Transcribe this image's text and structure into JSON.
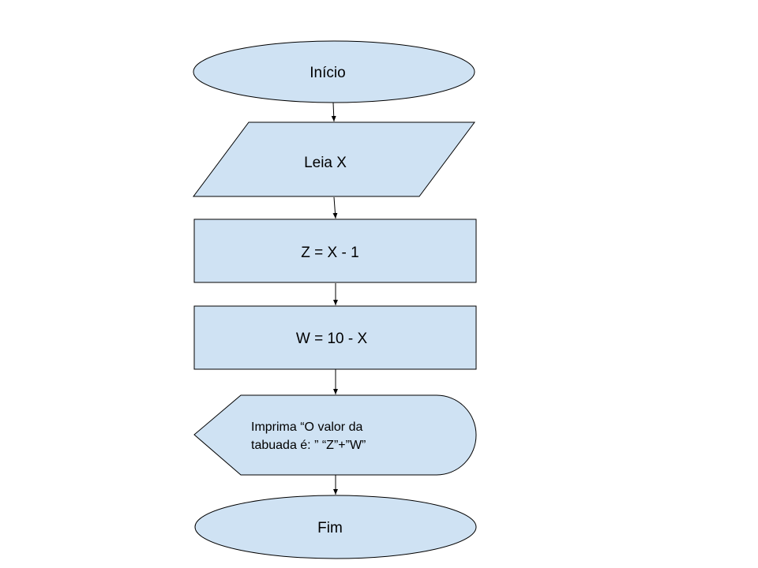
{
  "colors": {
    "shape_fill": "#cfe2f3",
    "stroke": "#000000",
    "background": "#ffffff"
  },
  "flowchart": {
    "start": {
      "label": "Início"
    },
    "input": {
      "label": "Leia X"
    },
    "process_z": {
      "label": "Z = X - 1"
    },
    "process_w": {
      "label": "W = 10 - X"
    },
    "display": {
      "line1": "Imprima “O valor da",
      "line2": "tabuada é: ” “Z”+”W”"
    },
    "end": {
      "label": "Fim"
    }
  }
}
